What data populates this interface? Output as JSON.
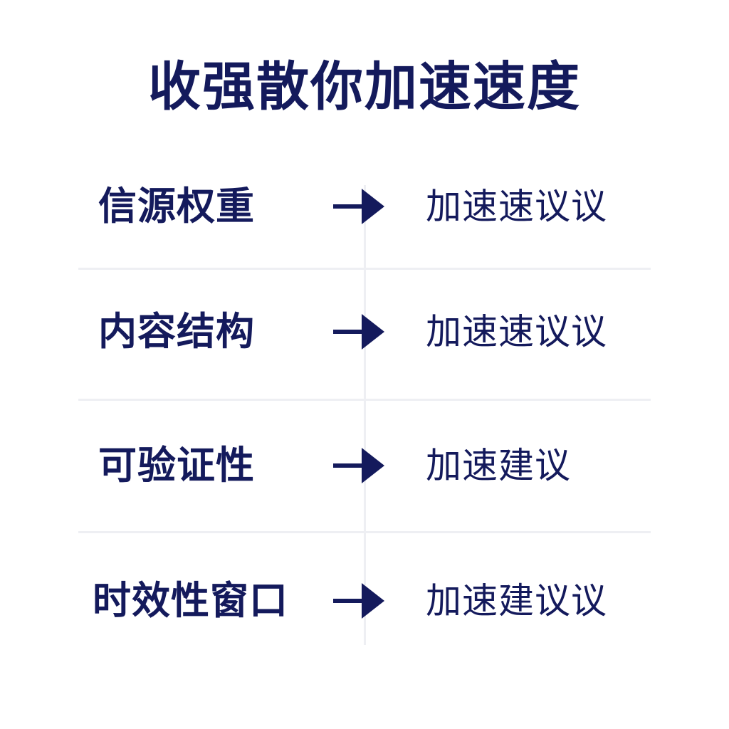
{
  "title": "收强散你加速速度",
  "rows": [
    {
      "label": "信源权重",
      "arrow_icon": "arrow-right-icon",
      "result": "加速速议议"
    },
    {
      "label": "内容结构",
      "arrow_icon": "arrow-right-icon",
      "result": "加速速议议"
    },
    {
      "label": "可验证性",
      "arrow_icon": "arrow-right-icon",
      "result": "加速建议"
    },
    {
      "label": "时效性窗口",
      "arrow_icon": "arrow-right-icon",
      "result": "加速建议议"
    }
  ],
  "colors": {
    "text": "#141a5c",
    "divider": "#eeeff3",
    "background": "#ffffff"
  }
}
